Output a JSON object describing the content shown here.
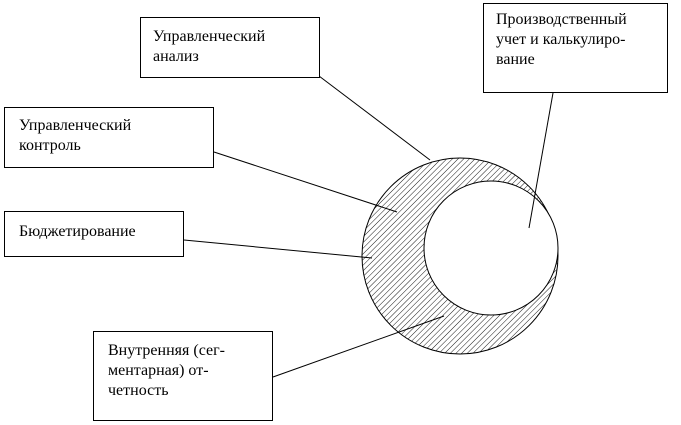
{
  "diagram": {
    "boxes": {
      "management_analysis": "Управленческий\nанализ",
      "production_accounting": "Производственный\nучет и калькулиро-\nвание",
      "management_control": "Управленческий\nконтроль",
      "budgeting": "Бюджетирование",
      "internal_reporting": "Внутренняя (сег-\nментарная) от-\nчетность"
    },
    "colors": {
      "stroke": "#000000",
      "background": "#ffffff"
    }
  }
}
